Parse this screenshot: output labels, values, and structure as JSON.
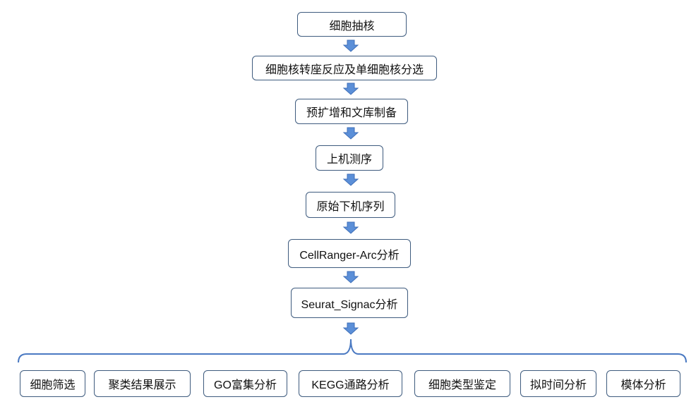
{
  "flow": {
    "steps": [
      "细胞抽核",
      "细胞核转座反应及单细胞核分选",
      "预扩增和文库制备",
      "上机测序",
      "原始下机序列",
      "CellRanger-Arc分析",
      "Seurat_Signac分析"
    ]
  },
  "outputs": [
    "细胞筛选",
    "聚类结果展示",
    "GO富集分析",
    "KEGG通路分析",
    "细胞类型鉴定",
    "拟时间分析",
    "模体分析"
  ],
  "colors": {
    "box_border": "#3e5b7e",
    "arrow_fill": "#5b8fd8",
    "brace": "#4a79c2"
  }
}
